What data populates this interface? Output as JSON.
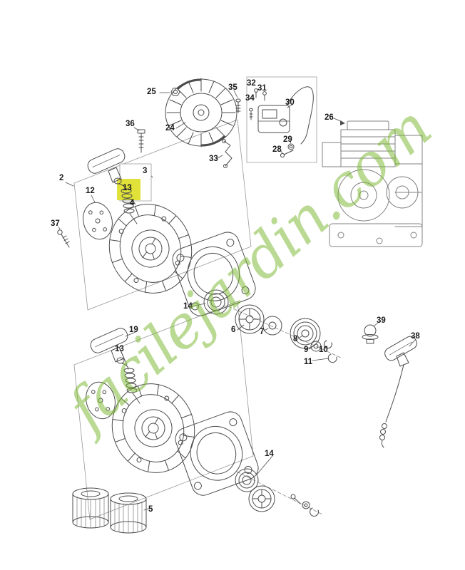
{
  "watermark": {
    "text": "facilejardin.com"
  },
  "colors": {
    "watermark-green": "#7cb933",
    "highlight-yellow": "#e0e23a"
  },
  "diagram": {
    "highlighted_part": "13",
    "labels": {
      "p2": "2",
      "p3": "3",
      "p4": "4",
      "p5": "5",
      "p6": "6",
      "p7": "7",
      "p8": "8",
      "p9": "9",
      "p10": "10",
      "p11": "11",
      "p12": "12",
      "p13a": "13",
      "p13b": "13",
      "p14a": "14",
      "p14b": "14",
      "p19": "19",
      "p24": "24",
      "p25": "25",
      "p26": "26",
      "p28": "28",
      "p29": "29",
      "p30": "30",
      "p31": "31",
      "p32": "32",
      "p33": "33",
      "p34": "34",
      "p35": "35",
      "p36": "36",
      "p37": "37",
      "p38": "38",
      "p39": "39"
    }
  }
}
